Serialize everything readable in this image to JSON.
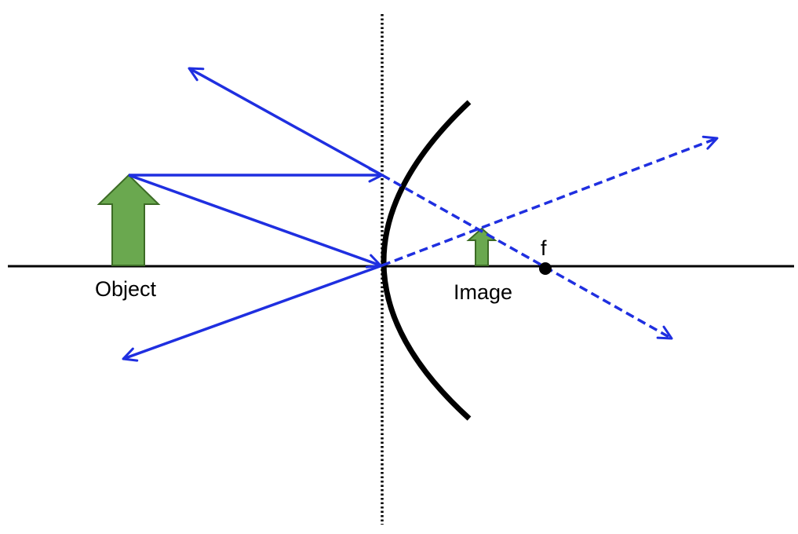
{
  "labels": {
    "object": "Object",
    "image": "Image",
    "focal_point": "f"
  },
  "colors": {
    "ray": "#1f2fe0",
    "arrow_fill": "#6aa84f",
    "arrow_stroke": "#3c6b25",
    "mirror": "#000000",
    "axis": "#000000"
  }
}
